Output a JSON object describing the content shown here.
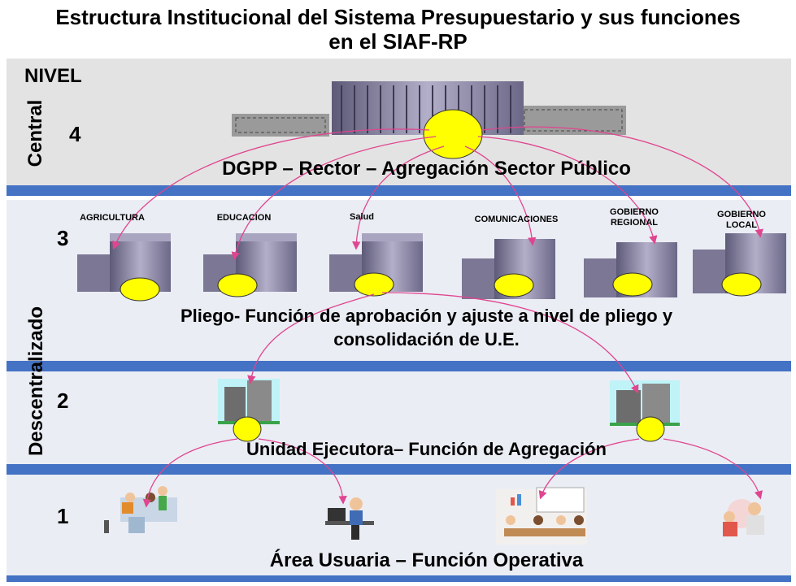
{
  "title": "Estructura Institucional del Sistema Presupuestario y sus funciones en el SIAF-RP",
  "nivel_label": "NIVEL",
  "side_labels": {
    "central": "Central",
    "descentralizado": "Descentralizado"
  },
  "levels": [
    {
      "number": "4",
      "text": "DGPP – Rector – Agregación Sector Público"
    },
    {
      "number": "3",
      "text_line1": "Pliego- Función de aprobación y ajuste a nivel de pliego y",
      "text_line2": "consolidación de U.E."
    },
    {
      "number": "2",
      "text": "Unidad Ejecutora– Función de Agregación"
    },
    {
      "number": "1",
      "text": "Área Usuaria – Función Operativa"
    }
  ],
  "pliegos": [
    {
      "line1": "AGRICULTURA",
      "line2": ""
    },
    {
      "line1": "EDUCACION",
      "line2": ""
    },
    {
      "line1": "Salud",
      "line2": ""
    },
    {
      "line1": "COMUNICACIONES",
      "line2": ""
    },
    {
      "line1": "GOBIERNO",
      "line2": "REGIONAL"
    },
    {
      "line1": "GOBIERNO",
      "line2": "LOCAL"
    }
  ],
  "colors": {
    "separator": "#4472c4",
    "node": "#ffff00",
    "arrow": "#e0458f",
    "building": "#8c87a6"
  },
  "icons": [
    "government-building-icon",
    "office-building-icon",
    "executing-unit-building-icon",
    "office-workers-icon",
    "desk-worker-icon",
    "meeting-icon",
    "customer-service-icon"
  ]
}
